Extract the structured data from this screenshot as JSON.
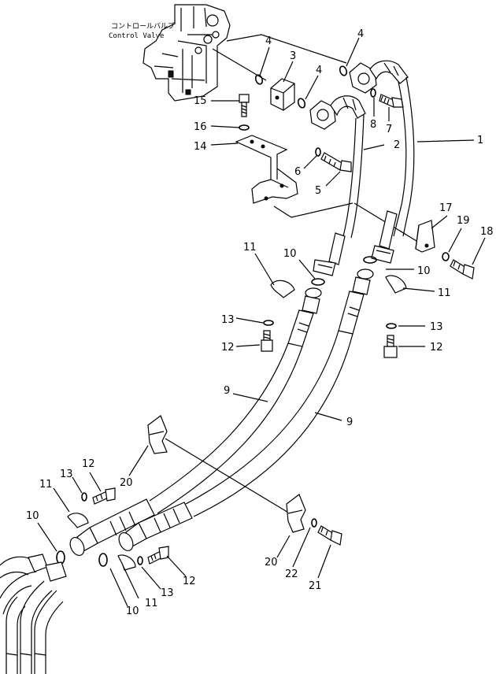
{
  "control_valve_jp": "コントロールバルブ",
  "control_valve_en": "Control Valve",
  "labels": [
    {
      "id": "l4a",
      "text": "4"
    },
    {
      "id": "l4b",
      "text": "4"
    },
    {
      "id": "l4c",
      "text": "4"
    },
    {
      "id": "l3",
      "text": "3"
    },
    {
      "id": "l15",
      "text": "15"
    },
    {
      "id": "l16",
      "text": "16"
    },
    {
      "id": "l14",
      "text": "14"
    },
    {
      "id": "l8",
      "text": "8"
    },
    {
      "id": "l7",
      "text": "7"
    },
    {
      "id": "l1",
      "text": "1"
    },
    {
      "id": "l2",
      "text": "2"
    },
    {
      "id": "l6",
      "text": "6"
    },
    {
      "id": "l5",
      "text": "5"
    },
    {
      "id": "l17",
      "text": "17"
    },
    {
      "id": "l19",
      "text": "19"
    },
    {
      "id": "l18",
      "text": "18"
    },
    {
      "id": "l11a",
      "text": "11"
    },
    {
      "id": "l10a",
      "text": "10"
    },
    {
      "id": "l10b",
      "text": "10"
    },
    {
      "id": "l11b",
      "text": "11"
    },
    {
      "id": "l13a",
      "text": "13"
    },
    {
      "id": "l12a",
      "text": "12"
    },
    {
      "id": "l13b",
      "text": "13"
    },
    {
      "id": "l12b",
      "text": "12"
    },
    {
      "id": "l9a",
      "text": "9"
    },
    {
      "id": "l9b",
      "text": "9"
    },
    {
      "id": "l12c",
      "text": "12"
    },
    {
      "id": "l13c",
      "text": "13"
    },
    {
      "id": "l20a",
      "text": "20"
    },
    {
      "id": "l11c",
      "text": "11"
    },
    {
      "id": "l10c",
      "text": "10"
    },
    {
      "id": "l20b",
      "text": "20"
    },
    {
      "id": "l22",
      "text": "22"
    },
    {
      "id": "l21",
      "text": "21"
    },
    {
      "id": "l12d",
      "text": "12"
    },
    {
      "id": "l10d",
      "text": "10"
    },
    {
      "id": "l11d",
      "text": "11"
    },
    {
      "id": "l13d",
      "text": "13"
    }
  ]
}
